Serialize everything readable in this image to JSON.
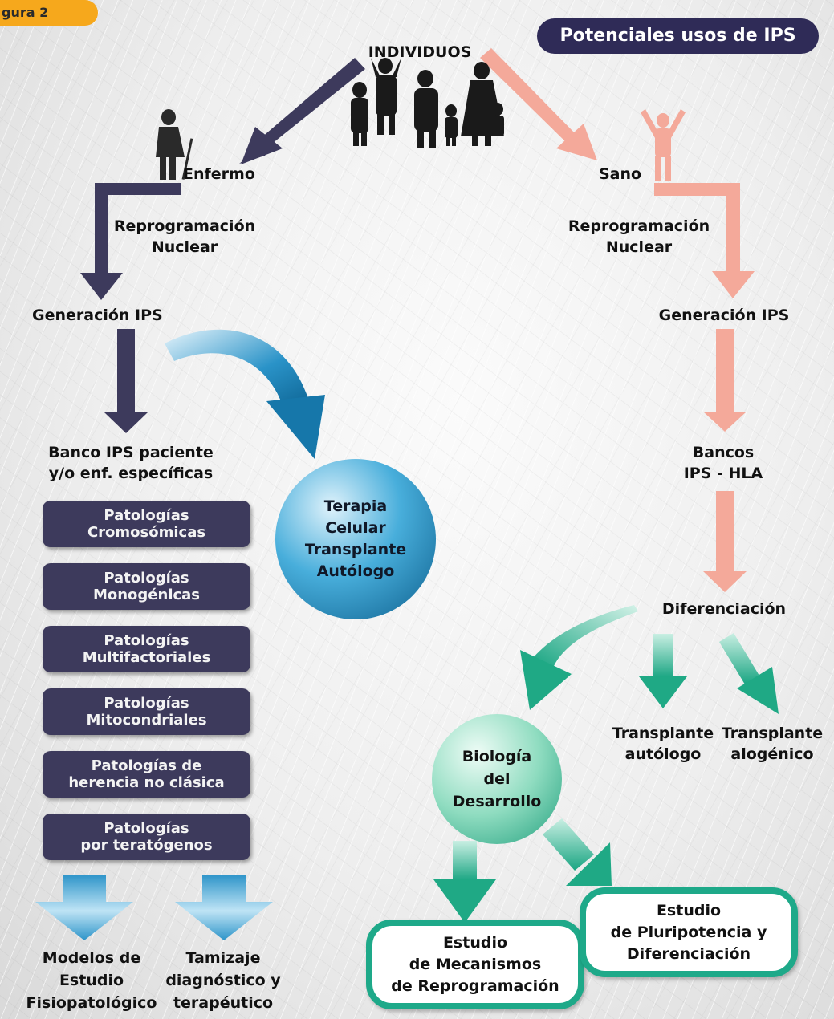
{
  "figure_label": "gura 2",
  "title": "Potenciales usos de IPS",
  "individuals": "INDIVIDUOS",
  "left": {
    "status": "Enfermo",
    "reprogramming": "Reprogramación\nNuclear",
    "generation": "Generación IPS",
    "bank": "Banco IPS paciente\ny/o enf. específicas",
    "pathologies": [
      "Patologías\nCromosómicas",
      "Patologías\nMonogénicas",
      "Patologías\nMultifactoriales",
      "Patologías\nMitocondriales",
      "Patologías de\nherencia no clásica",
      "Patologías\npor teratógenos"
    ],
    "outcome_models": "Modelos de\nEstudio\nFisiopatológico",
    "outcome_screening": "Tamizaje\ndiagnóstico y\nterapéutico",
    "therapy": "Terapia\nCelular\nTransplante\nAutólogo"
  },
  "right": {
    "status": "Sano",
    "reprogramming": "Reprogramación\nNuclear",
    "generation": "Generación IPS",
    "banks": "Bancos\nIPS - HLA",
    "differentiation": "Diferenciación",
    "transplant_auto": "Transplante\nautólogo",
    "transplant_allo": "Transplante\nalogénico",
    "biology": "Biología\ndel\nDesarrollo",
    "study_mechanisms": "Estudio\nde Mecanismos\nde Reprogramación",
    "study_pluripotency": "Estudio\nde Pluripotencia y\nDiferenciación"
  },
  "colors": {
    "navy": "#3d3a5c",
    "salmon": "#f4a99a",
    "teal": "#1ea989",
    "blue": "#1a86b8",
    "badge": "#f6a81c"
  }
}
